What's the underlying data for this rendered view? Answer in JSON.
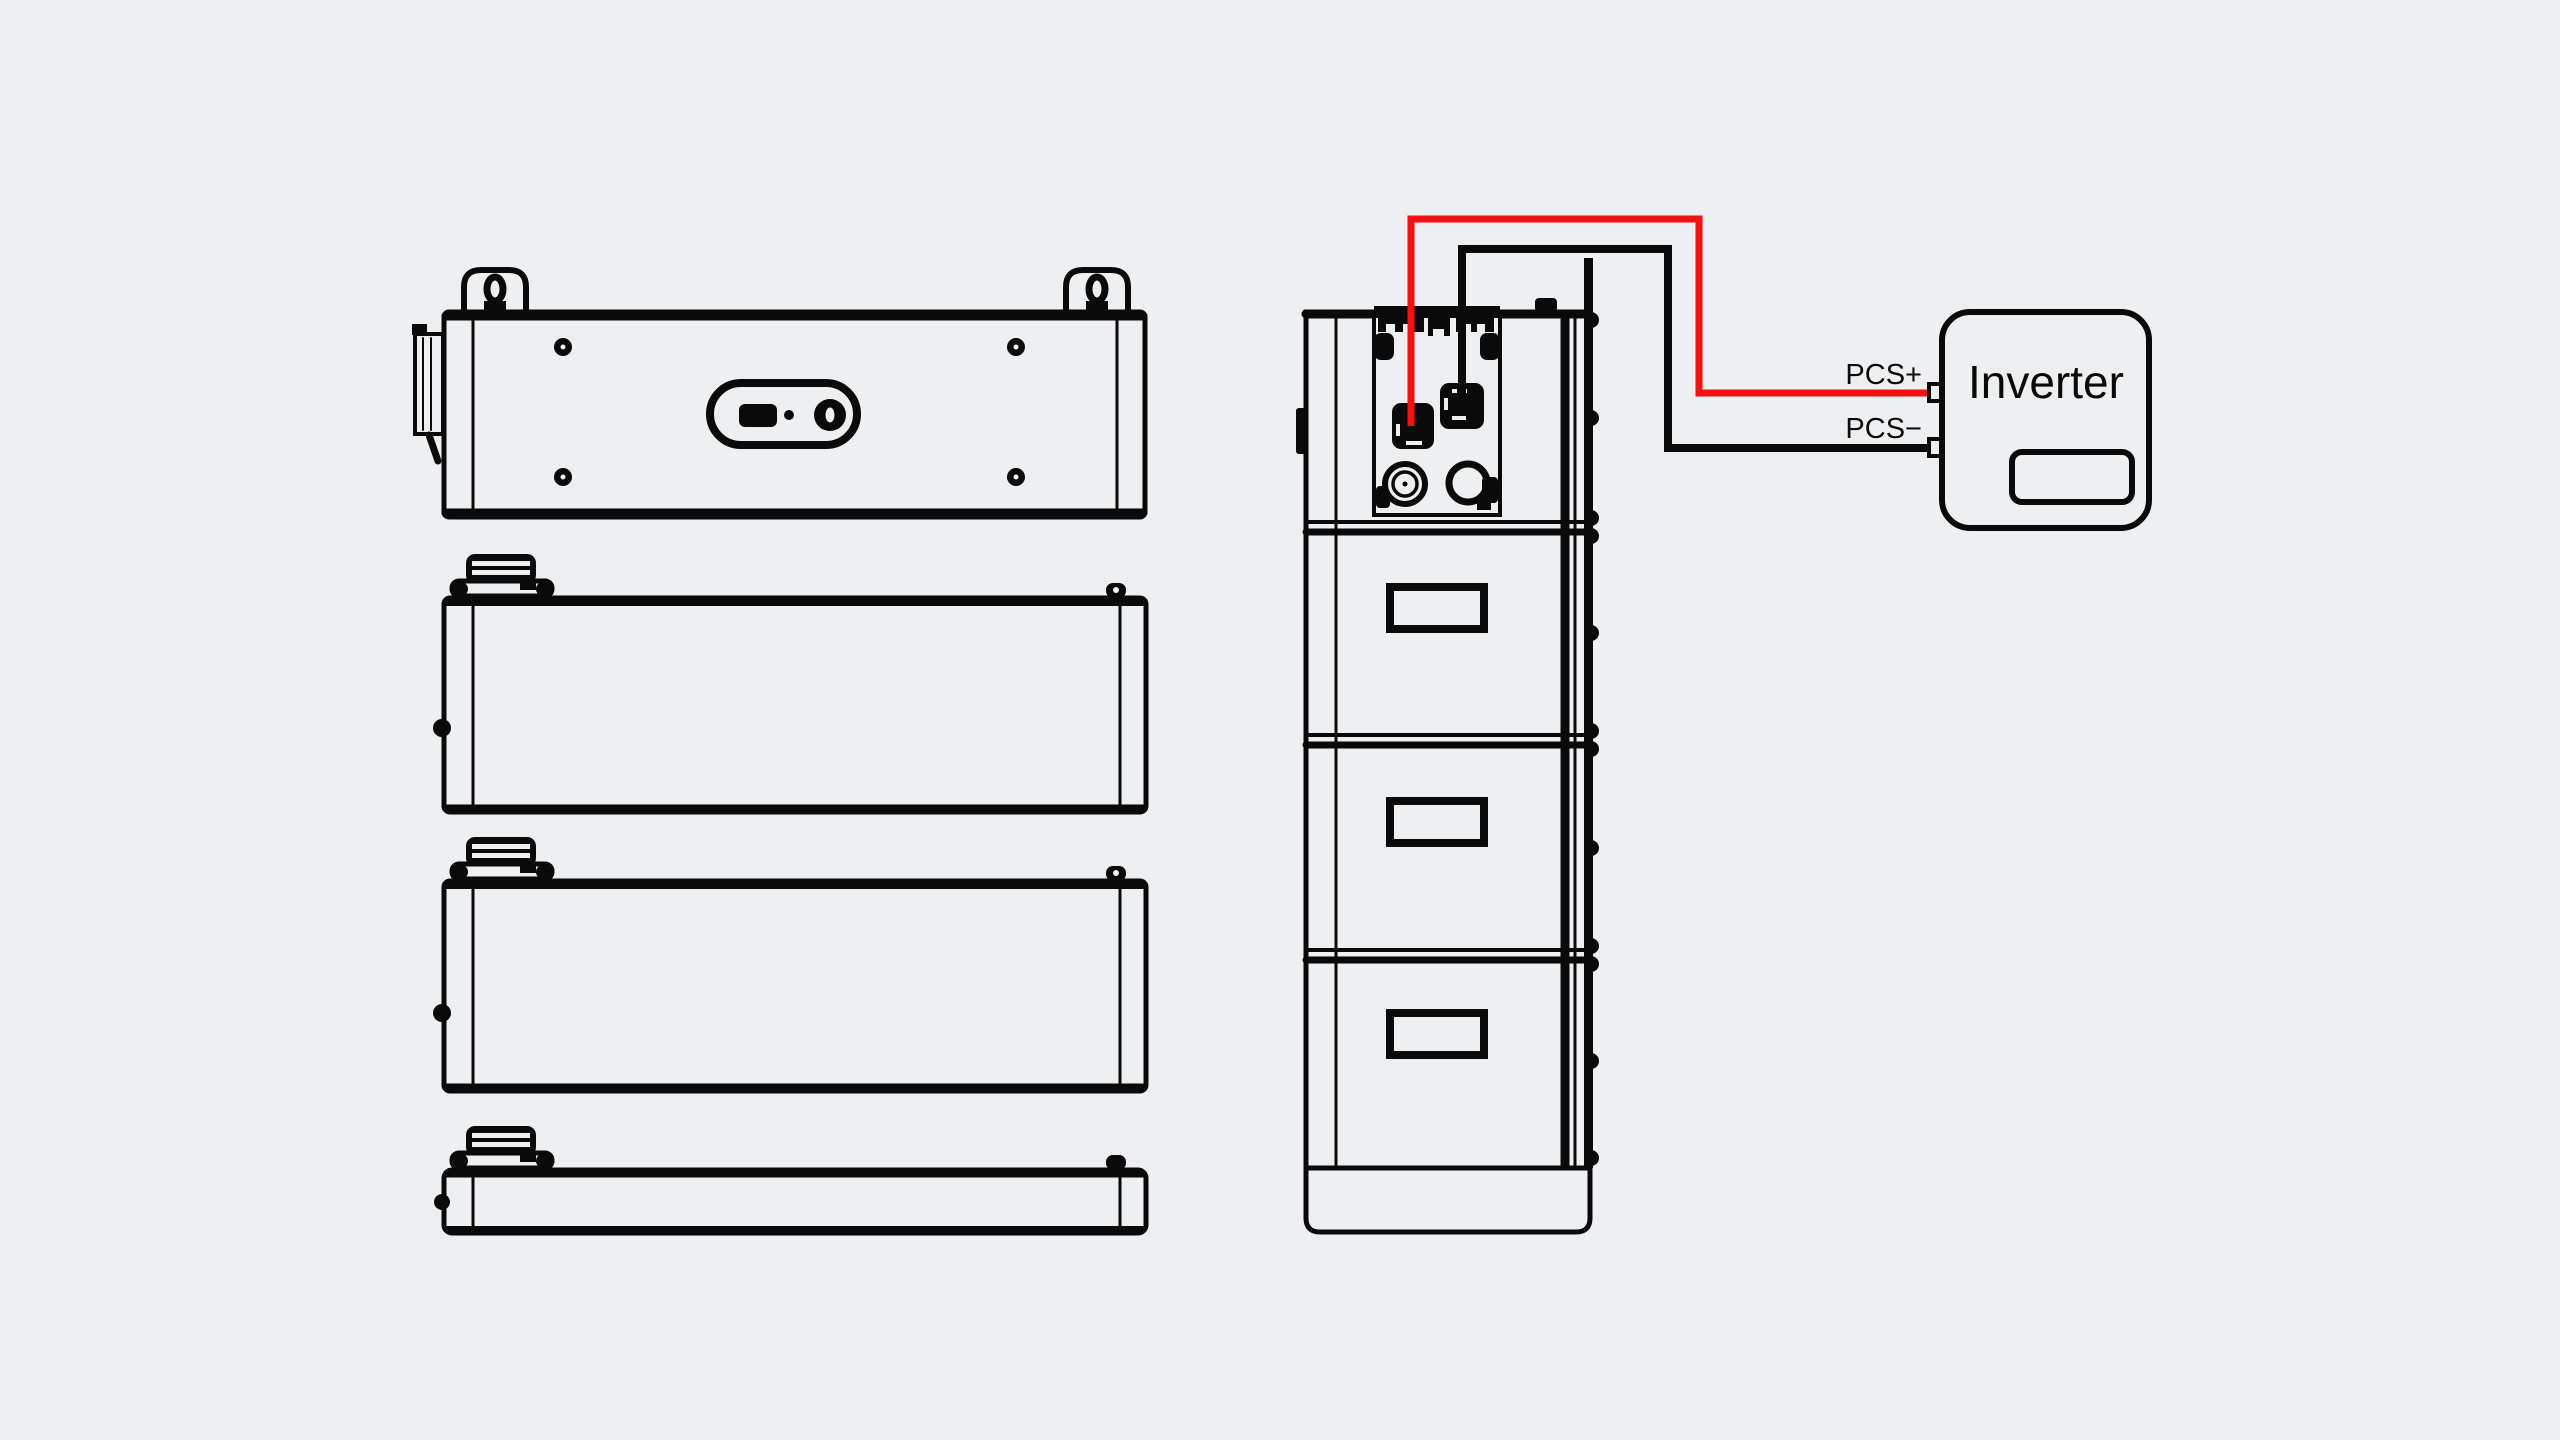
{
  "diagram": {
    "title": "Battery stack and inverter wiring diagram",
    "background_color": "#edeff1",
    "line_color": "#0a0a0a",
    "inverter": {
      "label": "Inverter"
    },
    "connections": [
      {
        "id": "pcs-positive",
        "label": "PCS+",
        "color": "#f21212",
        "from": "battery-tower-positive-port",
        "to": "inverter-pcs-positive-terminal"
      },
      {
        "id": "pcs-negative",
        "label": "PCS−",
        "color": "#0a0a0a",
        "from": "battery-tower-negative-port",
        "to": "inverter-pcs-negative-terminal"
      }
    ],
    "left_stack": {
      "units": [
        {
          "name": "control-unit-front-view",
          "features": [
            "mounting-ear-left",
            "mounting-ear-right",
            "four-screws",
            "oval-connector-recess",
            "side-bracket"
          ]
        },
        {
          "name": "battery-module-front-view-1",
          "features": [
            "top-handle-connector",
            "corner-ear"
          ]
        },
        {
          "name": "battery-module-front-view-2",
          "features": [
            "top-handle-connector",
            "corner-ear"
          ]
        },
        {
          "name": "battery-base-front-view",
          "features": [
            "top-handle-connector",
            "corner-ear"
          ]
        }
      ]
    },
    "tower": {
      "sections": [
        {
          "name": "control-section",
          "features": [
            "square-connector-positive",
            "square-connector-negative",
            "round-port-left",
            "round-port-right"
          ]
        },
        {
          "name": "battery-section-1",
          "features": [
            "handle-cutout"
          ]
        },
        {
          "name": "battery-section-2",
          "features": [
            "handle-cutout"
          ]
        },
        {
          "name": "battery-section-3",
          "features": [
            "handle-cutout"
          ]
        },
        {
          "name": "base-section",
          "features": []
        }
      ]
    }
  }
}
